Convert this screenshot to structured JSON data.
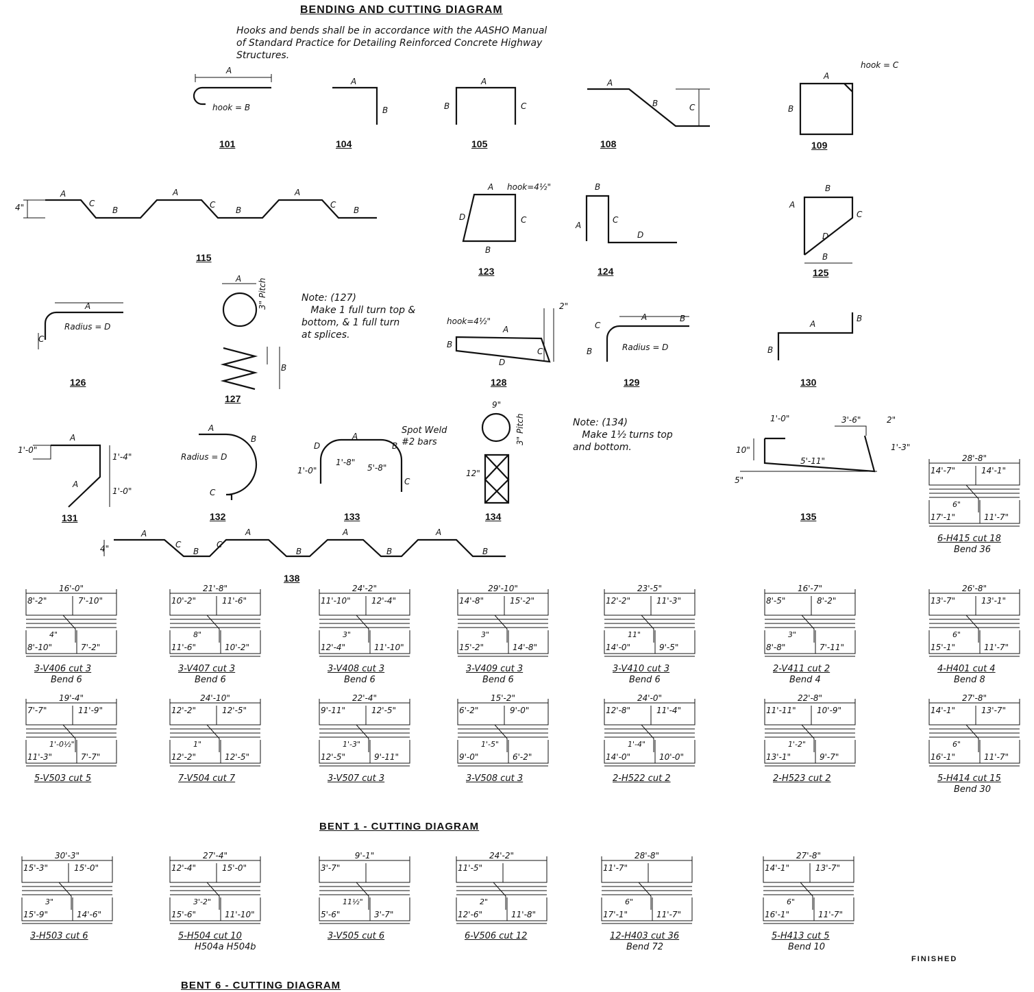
{
  "title": "BENDING AND CUTTING DIAGRAM",
  "note_main": "Hooks and bends shall be in accordance with the AASHO Manual\nof Standard Practice for Detailing Reinforced Concrete Highway\nStructures.",
  "shapes": {
    "s101": {
      "num": "101",
      "a": "A",
      "hook": "hook = B"
    },
    "s104": {
      "num": "104",
      "a": "A",
      "b": "B"
    },
    "s105": {
      "num": "105",
      "a": "A",
      "b": "B",
      "c": "C"
    },
    "s108": {
      "num": "108",
      "a": "A",
      "b": "B",
      "c": "C"
    },
    "s109": {
      "num": "109",
      "a": "A",
      "b": "B",
      "hook": "hook = C"
    },
    "s115": {
      "num": "115",
      "a": "A",
      "b": "B",
      "c": "C",
      "h": "4\""
    },
    "s123": {
      "num": "123",
      "a": "A",
      "b": "B",
      "c": "C",
      "d": "D",
      "hook": "hook=4½\""
    },
    "s124": {
      "num": "124",
      "a": "A",
      "b": "B",
      "c": "C",
      "d": "D"
    },
    "s125": {
      "num": "125",
      "a": "A",
      "b": "B",
      "c": "C",
      "d": "D"
    },
    "s126": {
      "num": "126",
      "a": "A",
      "c": "C",
      "r": "Radius = D"
    },
    "s127": {
      "num": "127",
      "a": "A",
      "b": "B",
      "pitch": "3\" Pitch"
    },
    "note127": "Note: (127)\n   Make 1 full turn top &\nbottom, & 1 full turn\nat splices.",
    "s128": {
      "num": "128",
      "a": "A",
      "b": "B",
      "c": "C",
      "d": "D",
      "hook": "hook=4½\"",
      "two": "2\""
    },
    "s129": {
      "num": "129",
      "a": "A",
      "b": "B",
      "c": "C",
      "r": "Radius = D"
    },
    "s130": {
      "num": "130",
      "a": "A",
      "b": "B"
    },
    "s131": {
      "num": "131",
      "a": "A",
      "d1": "1'-0\"",
      "d2": "1'-4\"",
      "d3": "1'-0\""
    },
    "s132": {
      "num": "132",
      "a": "A",
      "b": "B",
      "c": "C",
      "r": "Radius = D"
    },
    "s133": {
      "num": "133",
      "a": "A",
      "b": "B",
      "c": "C",
      "d": "D",
      "d1": "1'-8\"",
      "d2": "5'-8\"",
      "d3": "1'-0\""
    },
    "s134": {
      "num": "134",
      "top": "9\"",
      "pitch": "3\" Pitch",
      "h": "12\"",
      "weld": "Spot Weld\n#2 bars"
    },
    "note134": "Note: (134)\n   Make 1½ turns top\nand bottom.",
    "s135": {
      "num": "135",
      "d1": "1'-0\"",
      "d2": "3'-6\"",
      "d3": "2\"",
      "d4": "10\"",
      "d5": "5'-11\"",
      "d6": "1'-3\"",
      "d7": "5\""
    },
    "s138": {
      "num": "138",
      "a": "A",
      "b": "B",
      "c": "C",
      "h": "4\""
    }
  },
  "bent1_title": "BENT 1 - CUTTING DIAGRAM",
  "bent6_title": "BENT 6 - CUTTING DIAGRAM",
  "cut_row1": [
    {
      "total": "16'-0\"",
      "a1": "8'-2\"",
      "a2": "7'-10\"",
      "b1": "8'-10\"",
      "b2": "7'-2\"",
      "mid": "4\"",
      "cut": "3-V406 cut 3",
      "bend": "Bend 6"
    },
    {
      "total": "21'-8\"",
      "a1": "10'-2\"",
      "a2": "11'-6\"",
      "b1": "11'-6\"",
      "b2": "10'-2\"",
      "mid": "8\"",
      "cut": "3-V407 cut 3",
      "bend": "Bend 6"
    },
    {
      "total": "24'-2\"",
      "a1": "11'-10\"",
      "a2": "12'-4\"",
      "b1": "12'-4\"",
      "b2": "11'-10\"",
      "mid": "3\"",
      "cut": "3-V408 cut 3",
      "bend": "Bend 6"
    },
    {
      "total": "29'-10\"",
      "a1": "14'-8\"",
      "a2": "15'-2\"",
      "b1": "15'-2\"",
      "b2": "14'-8\"",
      "mid": "3\"",
      "cut": "3-V409 cut 3",
      "bend": "Bend 6"
    },
    {
      "total": "23'-5\"",
      "a1": "12'-2\"",
      "a2": "11'-3\"",
      "b1": "14'-0\"",
      "b2": "9'-5\"",
      "mid": "11\"",
      "cut": "3-V410 cut 3",
      "bend": "Bend 6"
    },
    {
      "total": "16'-7\"",
      "a1": "8'-5\"",
      "a2": "8'-2\"",
      "b1": "8'-8\"",
      "b2": "7'-11\"",
      "mid": "3\"",
      "cut": "2-V411 cut 2",
      "bend": "Bend 4"
    },
    {
      "total": "26'-8\"",
      "a1": "13'-7\"",
      "a2": "13'-1\"",
      "b1": "15'-1\"",
      "b2": "11'-7\"",
      "mid": "6\"",
      "cut": "4-H401 cut 4",
      "bend": "Bend 8"
    }
  ],
  "cut_row2": [
    {
      "total": "19'-4\"",
      "a1": "7'-7\"",
      "a2": "11'-9\"",
      "b1": "11'-3\"",
      "b2": "7'-7\"",
      "mid": "1'-0½\"",
      "cut": "5-V503 cut 5",
      "bend": ""
    },
    {
      "total": "24'-10\"",
      "a1": "12'-2\"",
      "a2": "12'-5\"",
      "b1": "12'-2\"",
      "b2": "12'-5\"",
      "mid": "1\"",
      "cut": "7-V504 cut 7",
      "bend": ""
    },
    {
      "total": "22'-4\"",
      "a1": "9'-11\"",
      "a2": "12'-5\"",
      "b1": "12'-5\"",
      "b2": "9'-11\"",
      "mid": "1'-3\"",
      "cut": "3-V507 cut 3",
      "bend": ""
    },
    {
      "total": "15'-2\"",
      "a1": "6'-2\"",
      "a2": "9'-0\"",
      "b1": "9'-0\"",
      "b2": "6'-2\"",
      "mid": "1'-5\"",
      "cut": "3-V508 cut 3",
      "bend": ""
    },
    {
      "total": "24'-0\"",
      "a1": "12'-8\"",
      "a2": "11'-4\"",
      "b1": "14'-0\"",
      "b2": "10'-0\"",
      "mid": "1'-4\"",
      "cut": "2-H522 cut 2",
      "bend": ""
    },
    {
      "total": "22'-8\"",
      "a1": "11'-11\"",
      "a2": "10'-9\"",
      "b1": "13'-1\"",
      "b2": "9'-7\"",
      "mid": "1'-2\"",
      "cut": "2-H523 cut 2",
      "bend": ""
    },
    {
      "total": "27'-8\"",
      "a1": "14'-1\"",
      "a2": "13'-7\"",
      "b1": "16'-1\"",
      "b2": "11'-7\"",
      "mid": "6\"",
      "cut": "5-H414 cut 15",
      "bend": "Bend 30"
    }
  ],
  "cut_extra": {
    "total": "28'-8\"",
    "a1": "14'-7\"",
    "a2": "14'-1\"",
    "b1": "17'-1\"",
    "b2": "11'-7\"",
    "mid": "6\"",
    "cut": "6-H415 cut 18",
    "bend": "Bend 36"
  },
  "cut_row3": [
    {
      "total": "30'-3\"",
      "a1": "15'-3\"",
      "a2": "15'-0\"",
      "b1": "15'-9\"",
      "b2": "14'-6\"",
      "mid": "3\"",
      "cut": "3-H503 cut 6",
      "bend": ""
    },
    {
      "total": "27'-4\"",
      "a1": "12'-4\"",
      "a2": "15'-0\"",
      "b1": "15'-6\"",
      "b2": "11'-10\"",
      "mid": "3'-2\"",
      "cut": "5-H504 cut 10",
      "bend": "H504a    H504b"
    },
    {
      "total": "9'-1\"",
      "a1": "3'-7\"",
      "a2": "",
      "b1": "5'-6\"",
      "b2": "3'-7\"",
      "mid": "11½\"",
      "cut": "3-V505 cut 6",
      "bend": ""
    },
    {
      "total": "24'-2\"",
      "a1": "11'-5\"",
      "a2": "",
      "b1": "12'-6\"",
      "b2": "11'-8\"",
      "mid": "2\"",
      "cut": "6-V506 cut 12",
      "bend": ""
    },
    {
      "total": "28'-8\"",
      "a1": "11'-7\"",
      "a2": "",
      "b1": "17'-1\"",
      "b2": "11'-7\"",
      "mid": "6\"",
      "cut": "12-H403 cut 36",
      "bend": "Bend 72"
    },
    {
      "total": "27'-8\"",
      "a1": "14'-1\"",
      "a2": "13'-7\"",
      "b1": "16'-1\"",
      "b2": "11'-7\"",
      "mid": "6\"",
      "cut": "5-H413 cut 5",
      "bend": "Bend 10"
    }
  ],
  "finished": "FINISHED"
}
